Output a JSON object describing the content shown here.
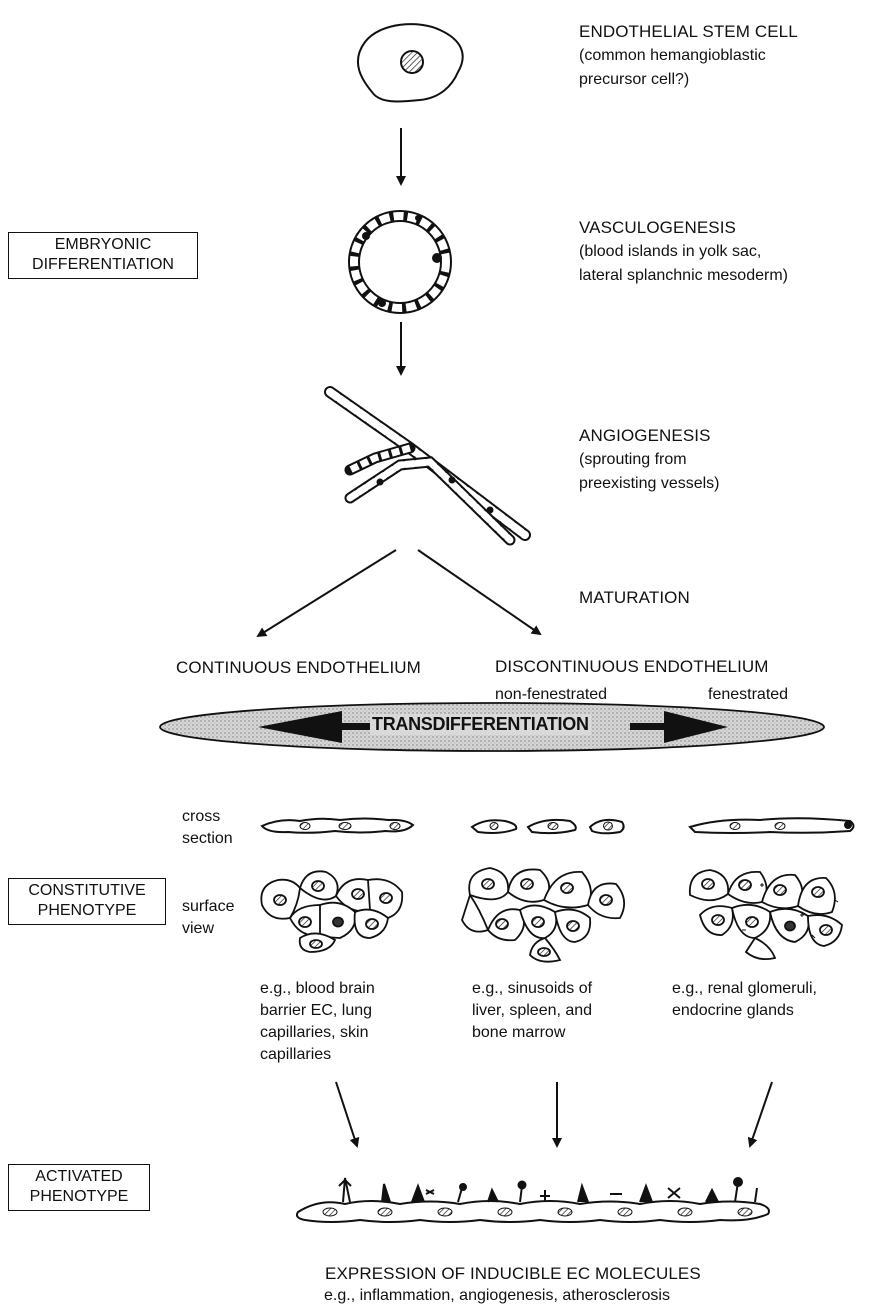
{
  "stem_cell": {
    "title": "ENDOTHELIAL STEM CELL",
    "line1": "(common hemangioblastic",
    "line2": "precursor cell?)"
  },
  "vasculogenesis": {
    "title": "VASCULOGENESIS",
    "line1": "(blood islands in yolk sac,",
    "line2": "lateral splanchnic mesoderm)"
  },
  "angiogenesis": {
    "title": "ANGIOGENESIS",
    "line1": "(sprouting from",
    "line2": "preexisting vessels)"
  },
  "maturation": "MATURATION",
  "continuous": "CONTINUOUS ENDOTHELIUM",
  "discontinuous": "DISCONTINUOUS ENDOTHELIUM",
  "non_fenestrated": "non-fenestrated",
  "fenestrated": "fenestrated",
  "transdifferentiation": "TRANSDIFFERENTIATION",
  "boxes": {
    "embryonic": [
      "EMBRYONIC",
      "DIFFERENTIATION"
    ],
    "constitutive": [
      "CONSTITUTIVE",
      "PHENOTYPE"
    ],
    "activated": [
      "ACTIVATED",
      "PHENOTYPE"
    ]
  },
  "cross_section": [
    "cross",
    "section"
  ],
  "surface_view": [
    "surface",
    "view"
  ],
  "examples": {
    "continuous": [
      "e.g., blood brain",
      "barrier EC, lung",
      "capillaries, skin",
      "capillaries"
    ],
    "sinusoids": [
      "e.g., sinusoids of",
      "liver, spleen, and",
      "bone marrow"
    ],
    "fenestrated": [
      "e.g., renal glomeruli,",
      "endocrine glands"
    ]
  },
  "expression": {
    "line1": "EXPRESSION OF INDUCIBLE EC MOLECULES",
    "line2": "e.g., inflammation, angiogenesis, atherosclerosis"
  }
}
